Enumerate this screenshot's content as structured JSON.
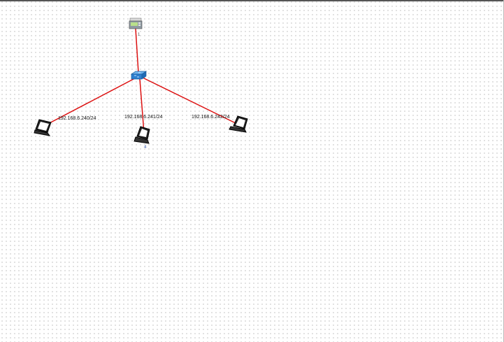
{
  "topology": {
    "link_color": "#dd1111",
    "nodes": [
      {
        "id": "router",
        "type": "router",
        "number_label": "1"
      },
      {
        "id": "switch",
        "type": "switch"
      },
      {
        "id": "pc-left",
        "type": "laptop",
        "ip": "192.168.6.240/24"
      },
      {
        "id": "pc-middle",
        "type": "laptop",
        "ip": "192.168.6.241/24",
        "number_label": "4"
      },
      {
        "id": "pc-right",
        "type": "laptop",
        "ip": "192.168.6.242/24"
      }
    ],
    "links": [
      {
        "from": "router",
        "to": "switch"
      },
      {
        "from": "switch",
        "to": "pc-left"
      },
      {
        "from": "switch",
        "to": "pc-middle"
      },
      {
        "from": "switch",
        "to": "pc-right"
      }
    ]
  },
  "icons": {
    "router": "router-icon",
    "switch": "switch-icon",
    "laptop": "laptop-icon"
  }
}
